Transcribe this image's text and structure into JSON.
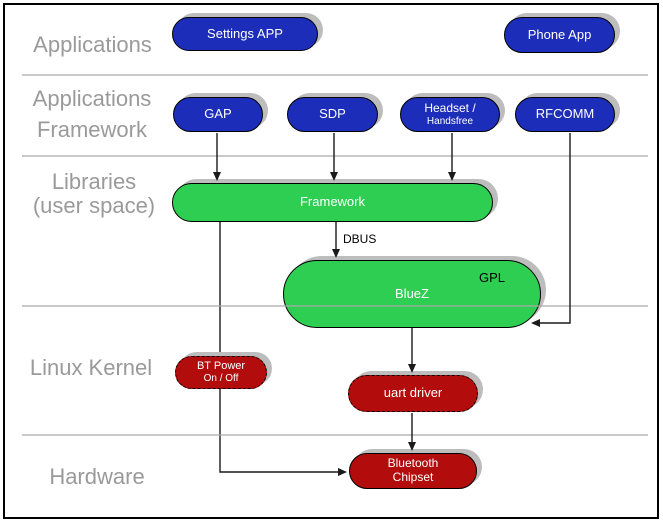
{
  "layers": [
    {
      "label": "Applications"
    },
    {
      "label": "Applications\nFramework"
    },
    {
      "label": "Libraries\n(user space)"
    },
    {
      "label": "Linux Kernel"
    },
    {
      "label": "Hardware"
    }
  ],
  "nodes": {
    "settings_app": {
      "label": "Settings APP"
    },
    "phone_app": {
      "label": "Phone App"
    },
    "gap": {
      "label": "GAP"
    },
    "sdp": {
      "label": "SDP"
    },
    "headset": {
      "line1": "Headset /",
      "line2": "Handsfree"
    },
    "rfcomm": {
      "label": "RFCOMM"
    },
    "framework": {
      "label": "Framework"
    },
    "bluez": {
      "label": "BlueZ"
    },
    "bt_power": {
      "line1": "BT Power",
      "line2": "On / Off"
    },
    "uart_driver": {
      "label": "uart driver"
    },
    "bluetooth_chipset": {
      "line1": "Bluetooth",
      "line2": "Chipset"
    }
  },
  "annotations": {
    "gpl": "GPL",
    "dbus": "DBUS"
  },
  "colors": {
    "app_node_blue": "#1c2db9",
    "library_node_green": "#2dce52",
    "kernel_node_red": "#b20c0c",
    "layer_label_gray": "#9a9a9a",
    "divider_gray": "#a9a9a9",
    "connector_black": "#1a1a1a",
    "shadow_gray": "#bdbdbd"
  }
}
